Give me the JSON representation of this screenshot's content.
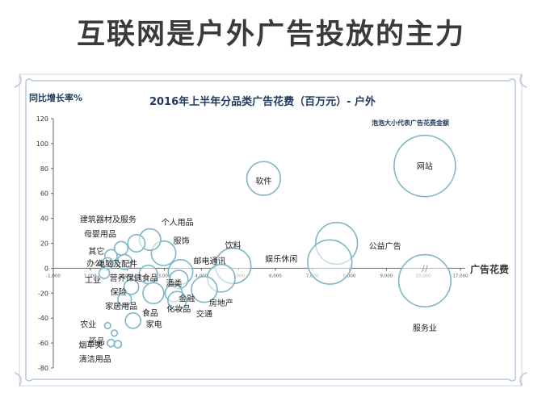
{
  "headline": "互联网是户外广告投放的主力",
  "chart_data": {
    "type": "scatter",
    "title": "2016年上半年分品类广告花费（百万元）- 户外",
    "xlabel": "广告花费",
    "ylabel": "同比增长率%",
    "bubble_note": "泡泡大小代表广告花费金额",
    "axis_break_label": "//",
    "xlim": [
      -1000,
      11000
    ],
    "ylim": [
      -80,
      120
    ],
    "x_tick_labels": [
      "-1,000",
      "1,000",
      "2,000",
      "3,000",
      "4,000",
      "5,000",
      "6,000",
      "7,000",
      "8,000",
      "9,000",
      "10,000",
      "17,000"
    ],
    "y_ticks": [
      120,
      100,
      80,
      60,
      40,
      20,
      0,
      -20,
      -40,
      -60,
      -80
    ],
    "grid": false,
    "points": [
      {
        "label": "网站",
        "x": 9950,
        "y": 82,
        "size": 1.0
      },
      {
        "label": "服务业",
        "x": 9950,
        "y": -10,
        "size": 0.85
      },
      {
        "label": "软件",
        "x": 5200,
        "y": 72,
        "size": 0.55
      },
      {
        "label": "公益广告",
        "x": 7350,
        "y": 20,
        "size": 0.68
      },
      {
        "label": "娱乐休闲",
        "x": 7150,
        "y": 5,
        "size": 0.72
      },
      {
        "label": "饮料",
        "x": 4300,
        "y": 2,
        "size": 0.58
      },
      {
        "label": "房地产",
        "x": 3950,
        "y": -8,
        "size": 0.45
      },
      {
        "label": "交通",
        "x": 3450,
        "y": -17,
        "size": 0.42
      },
      {
        "label": "邮电通讯",
        "x": 2750,
        "y": -3,
        "size": 0.4
      },
      {
        "label": "服饰",
        "x": 2250,
        "y": 12,
        "size": 0.4
      },
      {
        "label": "个人用品",
        "x": 1850,
        "y": 23,
        "size": 0.35
      },
      {
        "label": "建筑器材及服务",
        "x": 1450,
        "y": 20,
        "size": 0.28
      },
      {
        "label": "母婴用品",
        "x": 1000,
        "y": 16,
        "size": 0.22
      },
      {
        "label": "其它",
        "x": 700,
        "y": 10,
        "size": 0.2
      },
      {
        "label": "电脑及配件",
        "x": 1100,
        "y": 5,
        "size": 0.24
      },
      {
        "label": "办公",
        "x": 600,
        "y": 4,
        "size": 0.18
      },
      {
        "label": "工业",
        "x": 500,
        "y": -4,
        "size": 0.17
      },
      {
        "label": "营养保健食品",
        "x": 1800,
        "y": -5,
        "size": 0.3
      },
      {
        "label": "酒类",
        "x": 2700,
        "y": -9,
        "size": 0.3
      },
      {
        "label": "保险",
        "x": 1300,
        "y": -15,
        "size": 0.24
      },
      {
        "label": "金融",
        "x": 2550,
        "y": -20,
        "size": 0.28
      },
      {
        "label": "食品",
        "x": 1950,
        "y": -20,
        "size": 0.34
      },
      {
        "label": "化妆品",
        "x": 2650,
        "y": -26,
        "size": 0.3
      },
      {
        "label": "家居用品",
        "x": 1100,
        "y": -25,
        "size": 0.22
      },
      {
        "label": "家电",
        "x": 1350,
        "y": -42,
        "size": 0.25
      },
      {
        "label": "农业",
        "x": 600,
        "y": -46,
        "size": 0.1
      },
      {
        "label": "药品",
        "x": 800,
        "y": -52,
        "size": 0.1
      },
      {
        "label": "烟草类",
        "x": 700,
        "y": -60,
        "size": 0.12
      },
      {
        "label": "清洁用品",
        "x": 900,
        "y": -61,
        "size": 0.12
      }
    ],
    "colors": {
      "bubble_stroke": "#7fb6c4",
      "bubble_fill": "#ffffff",
      "frame": "#b9c6d9",
      "axis": "#666666",
      "title": "#1f3a5f"
    }
  }
}
